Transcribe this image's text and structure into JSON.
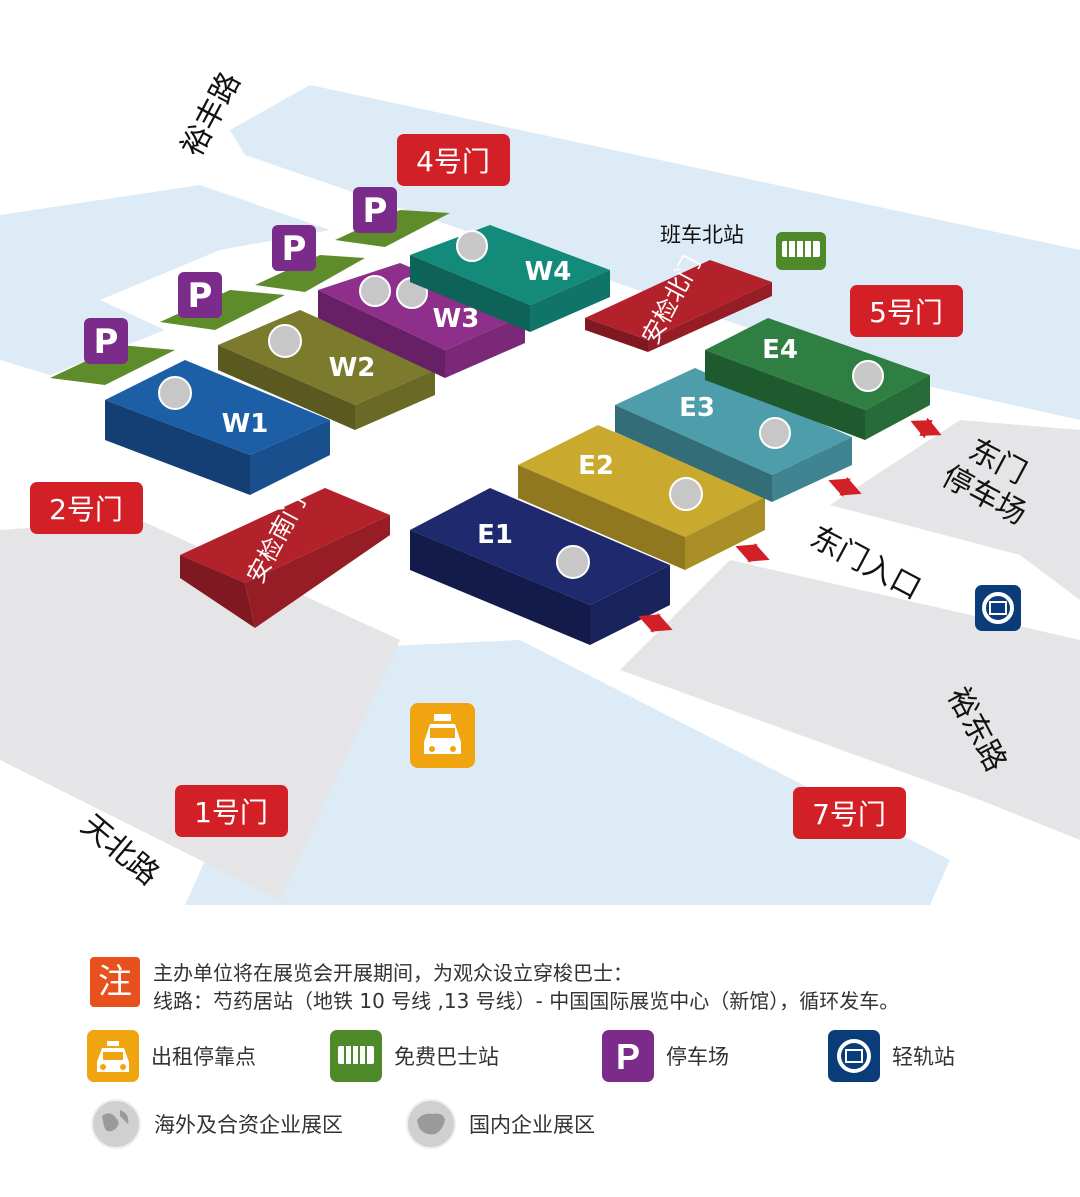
{
  "roads": {
    "yufeng": "裕丰路",
    "tianbei": "天北路",
    "yudong": "裕东路",
    "east_entrance": "东门入口"
  },
  "gates": {
    "g1": "1号门",
    "g2": "2号门",
    "g4": "4号门",
    "g5": "5号门",
    "g7": "7号门"
  },
  "halls": {
    "W1": "W1",
    "W2": "W2",
    "W3": "W3",
    "W4": "W4",
    "E1": "E1",
    "E2": "E2",
    "E3": "E3",
    "E4": "E4"
  },
  "checkpoints": {
    "north": "安检北门",
    "south": "安检南门"
  },
  "labels": {
    "shuttle_north": "班车北站",
    "east_parking": "东门停车场",
    "parking_letter": "P"
  },
  "colors": {
    "W1": "#1d5fa7",
    "W2": "#7b7a2d",
    "W3": "#8e2f8c",
    "W4": "#148a7a",
    "E1": "#1f2a6e",
    "E2": "#c9a92e",
    "E3": "#4d9dab",
    "E4": "#2f7f43",
    "gate": "#d32027",
    "checkpoint": "#b3222b",
    "parking": "#7b2c8b",
    "water": "#dcebf6",
    "ground": "#e5e5e7",
    "grass": "#5f8c2a",
    "taxi": "#f0a40f",
    "bus": "#4e8a2a",
    "rail": "#0a3c7a",
    "note": "#e8501e"
  },
  "legend": {
    "note_badge": "注",
    "note_line1": "主办单位将在展览会开展期间，为观众设立穿梭巴士：",
    "note_line2": "线路：芍药居站（地铁 10 号线 ,13 号线）- 中国国际展览中心（新馆），循环发车。",
    "taxi": "出租停靠点",
    "bus": "免费巴士站",
    "parking": "停车场",
    "rail": "轻轨站",
    "overseas": "海外及合资企业展区",
    "domestic": "国内企业展区"
  }
}
